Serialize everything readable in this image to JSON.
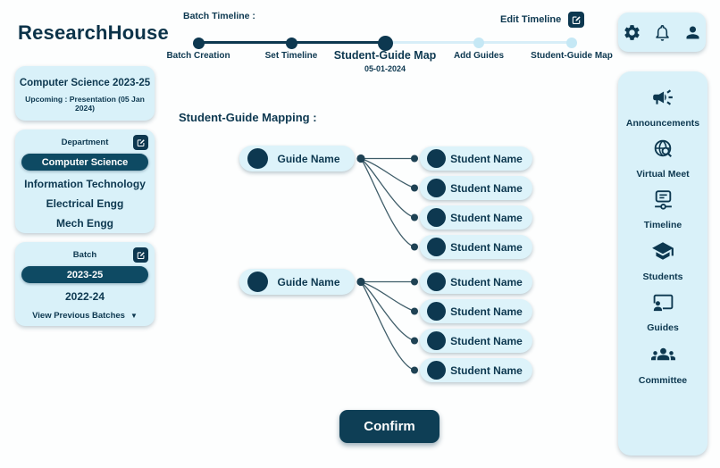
{
  "app": {
    "logo": "ResearchHouse"
  },
  "header": {
    "timeline_label": "Batch Timeline :",
    "edit_timeline_label": "Edit Timeline",
    "steps": [
      {
        "label": "Batch Creation",
        "state": "done"
      },
      {
        "label": "Set Timeline",
        "state": "done"
      },
      {
        "label": "Student-Guide Map",
        "date": "05-01-2024",
        "state": "current"
      },
      {
        "label": "Add Guides",
        "state": "upcoming"
      },
      {
        "label": "Student-Guide Map",
        "state": "upcoming"
      }
    ]
  },
  "left_panel": {
    "summary": {
      "title": "Computer Science 2023-25",
      "subtitle": "Upcoming : Presentation (05 Jan 2024)"
    },
    "department": {
      "title": "Department",
      "selected": "Computer Science",
      "options": [
        "Information Technology",
        "Electrical Engg",
        "Mech Engg"
      ]
    },
    "batch": {
      "title": "Batch",
      "selected": "2023-25",
      "options": [
        "2022-24"
      ],
      "view_previous_label": "View Previous Batches"
    }
  },
  "main": {
    "heading": "Student-Guide Mapping :",
    "groups": [
      {
        "guide": "Guide Name",
        "students": [
          "Student Name",
          "Student Name",
          "Student Name",
          "Student Name"
        ]
      },
      {
        "guide": "Guide Name",
        "students": [
          "Student Name",
          "Student Name",
          "Student Name",
          "Student Name"
        ]
      }
    ],
    "confirm_label": "Confirm"
  },
  "right_nav": {
    "items": [
      {
        "label": "Announcements",
        "icon": "megaphone-icon"
      },
      {
        "label": "Virtual Meet",
        "icon": "virtual-meet-globe-icon"
      },
      {
        "label": "Timeline",
        "icon": "timeline-icon"
      },
      {
        "label": "Students",
        "icon": "graduation-cap-icon"
      },
      {
        "label": "Guides",
        "icon": "presenter-icon"
      },
      {
        "label": "Committee",
        "icon": "committee-people-icon"
      }
    ]
  },
  "colors": {
    "navy": "#0d3850",
    "card_bg": "#d9f1f9",
    "node_bg": "#ddf3fa",
    "selected_pill": "#0e4a63",
    "future_step": "#c5e8f5",
    "connector": "#3f5d69",
    "confirm_bg": "#0e3e55"
  }
}
